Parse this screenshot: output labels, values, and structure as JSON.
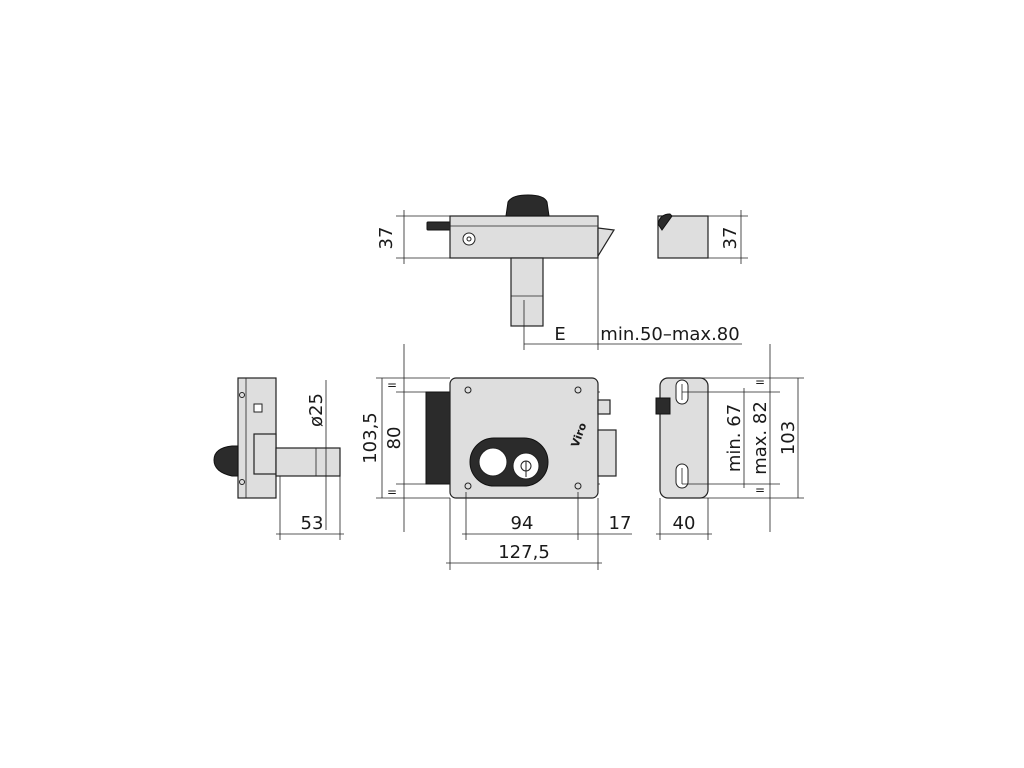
{
  "colors": {
    "body_fill": "#dedede",
    "outline": "#222222",
    "dark_part": "#2b2b2b",
    "background": "#ffffff"
  },
  "dimensions": {
    "top_height": "37",
    "top_side_height": "37",
    "e_label": "E",
    "e_range": "min.50–max.80",
    "side_depth": "53",
    "diameter": "ø25",
    "front_height_total": "103,5",
    "front_height_inner": "80",
    "hole_spacing": "94",
    "right_offset": "17",
    "front_width": "127,5",
    "plate_width": "40",
    "plate_min": "min. 67",
    "plate_max": "max. 82",
    "plate_height": "103",
    "parallel_mark": "="
  },
  "brand": {
    "name": "Viro"
  }
}
